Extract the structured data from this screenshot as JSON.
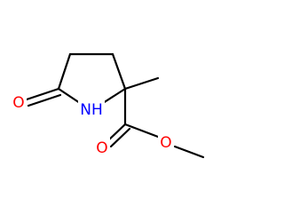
{
  "molecule": {
    "atoms": {
      "ring_oxygen": {
        "symbol": "O",
        "color": "#ff0000"
      },
      "ring_nitrogen": {
        "symbol": "NH",
        "color": "#0000ff"
      },
      "ester_carbonyl_oxygen": {
        "symbol": "O",
        "color": "#ff0000"
      },
      "ester_ether_oxygen": {
        "symbol": "O",
        "color": "#ff0000"
      }
    },
    "bond_color": "#000000"
  }
}
